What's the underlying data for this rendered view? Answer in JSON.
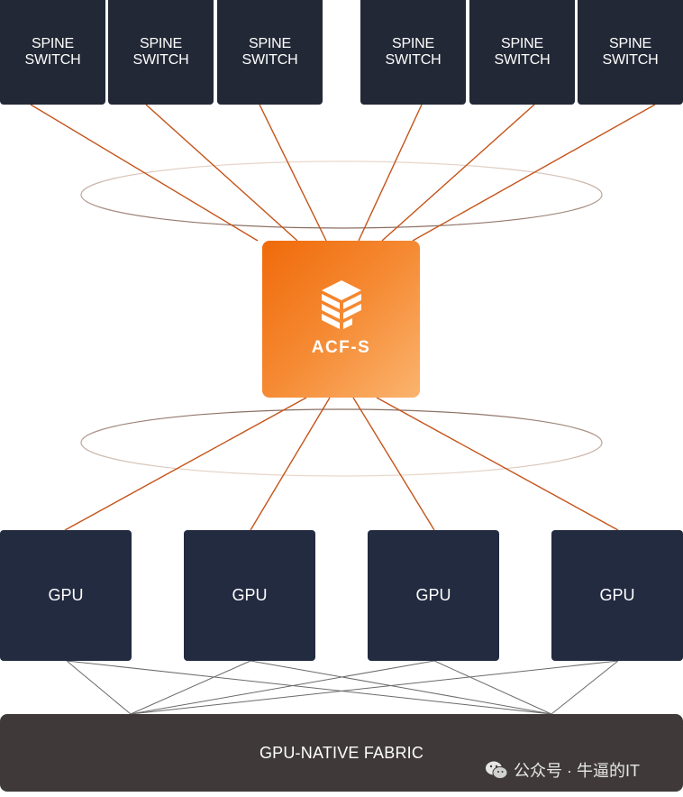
{
  "spine_switches": [
    {
      "label": "SPINE\nSWITCH"
    },
    {
      "label": "SPINE\nSWITCH"
    },
    {
      "label": "SPINE\nSWITCH"
    },
    {
      "label": "SPINE\nSWITCH"
    },
    {
      "label": "SPINE\nSWITCH"
    },
    {
      "label": "SPINE\nSWITCH"
    }
  ],
  "acf": {
    "label": "ACF-S"
  },
  "gpus": [
    {
      "label": "GPU"
    },
    {
      "label": "GPU"
    },
    {
      "label": "GPU"
    },
    {
      "label": "GPU"
    }
  ],
  "fabric": {
    "label": "GPU-NATIVE FABRIC"
  },
  "watermark": {
    "text": "公众号 · 牛逼的IT"
  },
  "colors": {
    "orange_link": "#c5541a",
    "gray_link": "#6a6a6a",
    "node_dark": "#232836",
    "fabric_bg": "#3f3a39"
  }
}
